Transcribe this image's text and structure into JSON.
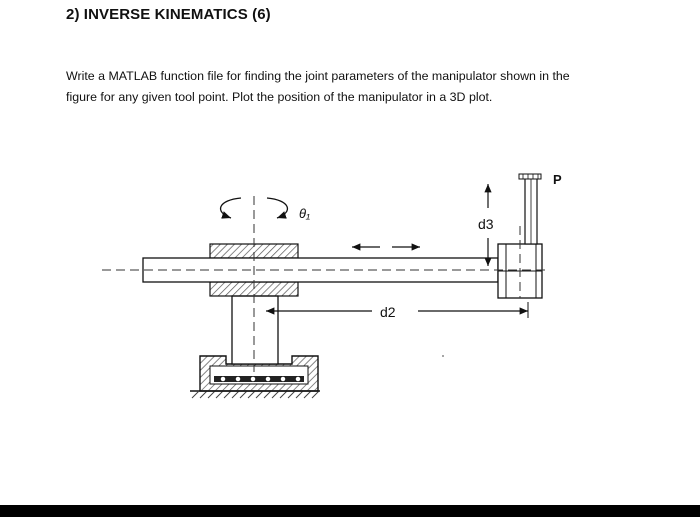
{
  "header": {
    "title": "2) INVERSE KINEMATICS (6)"
  },
  "body": {
    "line1": "Write a MATLAB function file for finding the joint parameters of the manipulator shown in the",
    "line2": "figure for any given tool point. Plot the position of the manipulator in a 3D plot."
  },
  "figure": {
    "label_theta": "θ₁",
    "label_d2": "d2",
    "label_d3": "d3",
    "label_p": "P"
  },
  "colors": {
    "ink": "#111111",
    "hatch": "#555555",
    "background": "#ffffff",
    "bar": "#000000"
  }
}
